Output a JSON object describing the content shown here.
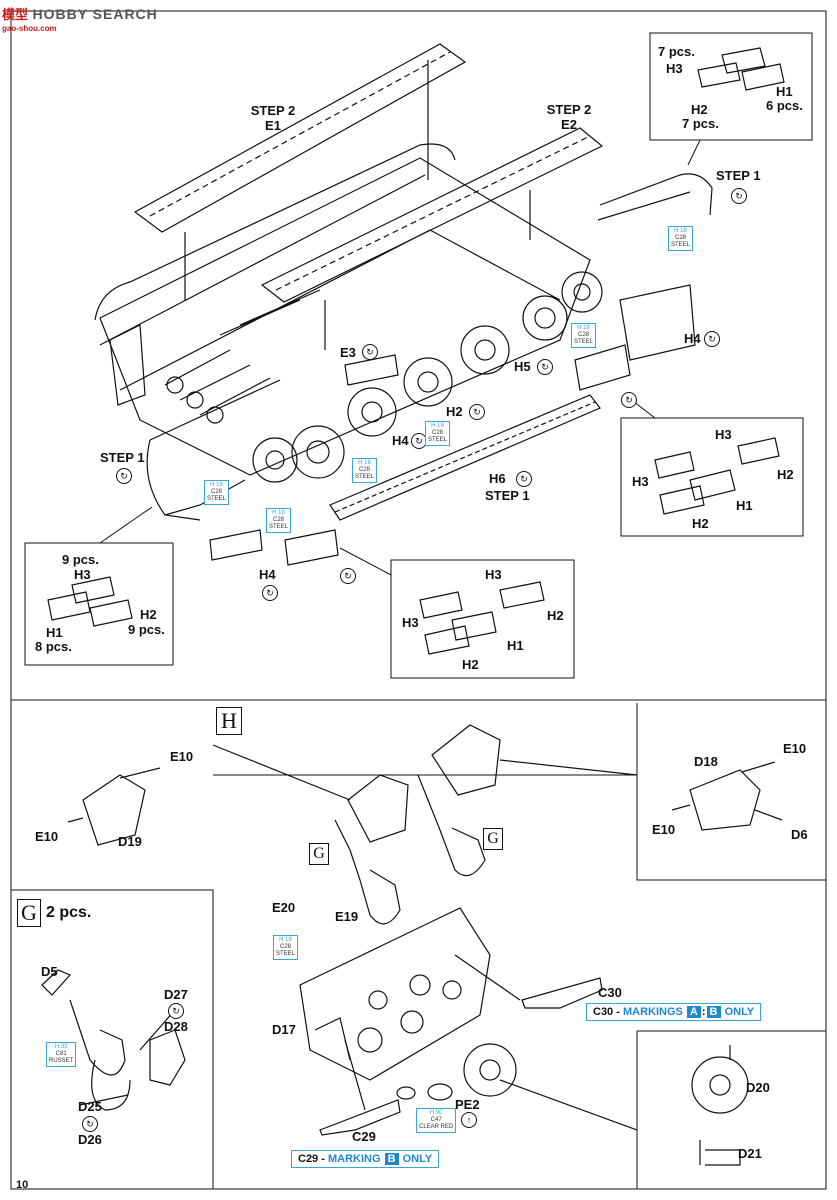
{
  "header": {
    "logo_cn": "模型",
    "logo_text": "HOBBY SEARCH",
    "site": "gao-shou.com"
  },
  "page_number": "10",
  "symbols": {
    "attach": "↻",
    "drill": "↑"
  },
  "colors": {
    "accent": "#1f88c9",
    "paint_blue": "#3aa6d8",
    "line": "#111111"
  },
  "top": {
    "step2_e1": {
      "step": "STEP 2",
      "part": "E1"
    },
    "step2_e2": {
      "step": "STEP 2",
      "part": "E2"
    },
    "step1_right": "STEP 1",
    "step1_left": "STEP 1",
    "step1_mid": "STEP 1",
    "labels": {
      "e3": "E3",
      "h5": "H5",
      "h2": "H2",
      "h4a": "H4",
      "h4b": "H4",
      "h4c": "H4",
      "h6": "H6"
    },
    "paint": {
      "code": "H 18",
      "color_code": "C28",
      "name": "STEEL"
    },
    "callout_top_right": {
      "c1": "7 pcs.",
      "h3": "H3",
      "h1": "H1",
      "c2": "6 pcs.",
      "h2": "H2",
      "c3": "7 pcs."
    },
    "callout_left": {
      "c1": "9 pcs.",
      "h3": "H3",
      "h2": "H2",
      "c2": "9 pcs.",
      "h1": "H1",
      "c3": "8 pcs."
    },
    "callout_right": {
      "h3a": "H3",
      "h3b": "H3",
      "h2a": "H2",
      "h1": "H1",
      "h2b": "H2"
    },
    "callout_bottom": {
      "h3a": "H3",
      "h3b": "H3",
      "h2a": "H2",
      "h1": "H1",
      "h2b": "H2"
    }
  },
  "bottom": {
    "step_h": "H",
    "step_g": "G",
    "g_qty": "2 pcs.",
    "g_ref": "G",
    "labels": {
      "e10_tl_top": "E10",
      "e10_tl_bot": "E10",
      "d19": "D19",
      "d18": "D18",
      "e10_tr_top": "E10",
      "e10_tr_bot": "E10",
      "d6": "D6",
      "e20": "E20",
      "e19": "E19",
      "d17": "D17",
      "c29": "C29",
      "c30": "C30",
      "pe2": "PE2",
      "d20": "D20",
      "d21": "D21",
      "d5": "D5",
      "d27": "D27",
      "d28": "D28",
      "d25": "D25",
      "d26": "D26"
    },
    "paint_steel": {
      "code": "H 18",
      "color_code": "C28",
      "name": "STEEL"
    },
    "paint_clear": {
      "code": "H 90",
      "color_code": "C47",
      "name": "CLEAR RED"
    },
    "paint_russet": {
      "code": "H 33",
      "color_code": "C81",
      "name": "RUSSET"
    },
    "c30_note": {
      "part": "C30 -",
      "word": "MARKINGS",
      "a": "A",
      "sep": ":",
      "b": "B",
      "only": "ONLY"
    },
    "c29_note": {
      "part": "C29 -",
      "word": "MARKING",
      "b": "B",
      "only": "ONLY"
    }
  }
}
